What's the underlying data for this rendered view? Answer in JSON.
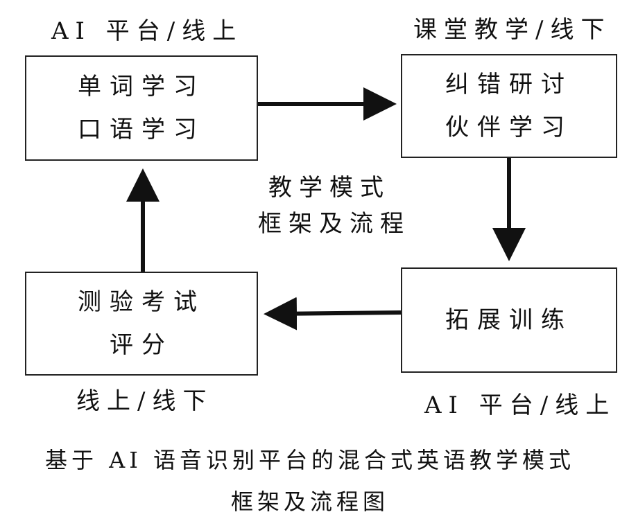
{
  "labels": {
    "top_left": "AI 平台/线上",
    "top_right": "课堂教学/线下",
    "bottom_left": "线上/线下",
    "bottom_right": "AI 平台/线上"
  },
  "boxes": {
    "top_left": [
      "单词学习",
      "口语学习"
    ],
    "top_right": [
      "纠错研讨",
      "伙伴学习"
    ],
    "bottom_left": [
      "测验考试",
      "评分"
    ],
    "bottom_right": [
      "拓展训练"
    ]
  },
  "center_text": [
    "教学模式",
    "框架及流程"
  ],
  "caption": [
    "基于 AI 语音识别平台的混合式英语教学模式",
    "框架及流程图"
  ],
  "colors": {
    "stroke": "#111111",
    "background": "#ffffff"
  }
}
